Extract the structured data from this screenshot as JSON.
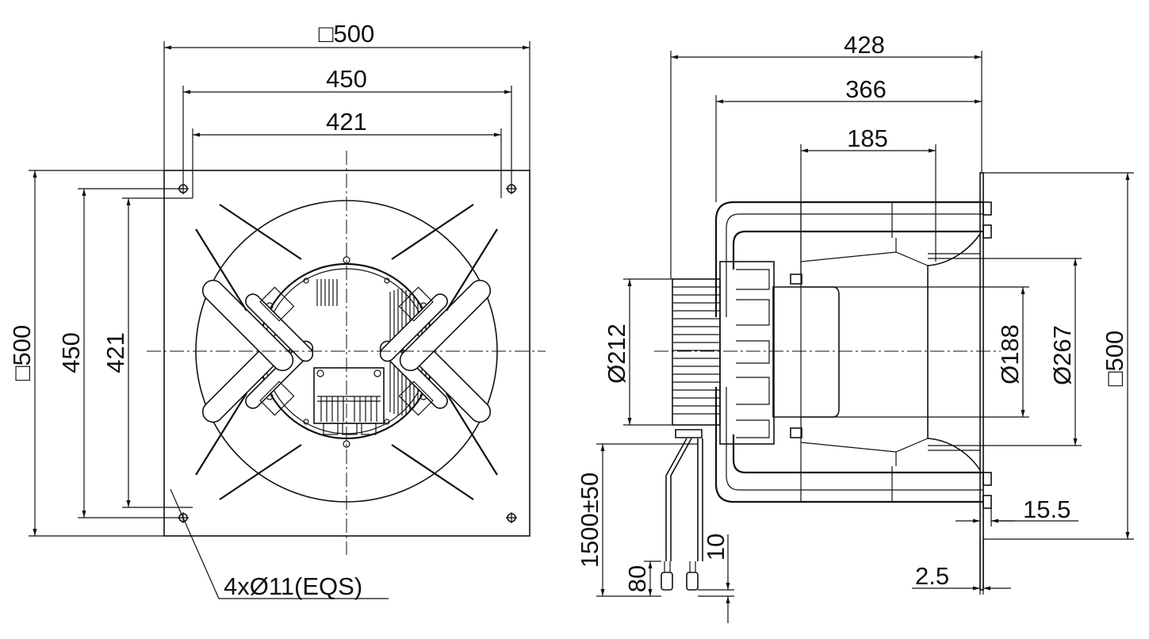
{
  "front_view": {
    "overall_square": "□500",
    "hole_spacing": "450",
    "inner_spacing": "421",
    "left_overall_square": "□500",
    "left_hole_spacing": "450",
    "left_inner_spacing": "421",
    "mounting_holes": "4xØ11(EQS)"
  },
  "side_view": {
    "overall_depth": "428",
    "depth_366": "366",
    "depth_185": "185",
    "dia_212": "Ø212",
    "dia_188": "Ø188",
    "dia_267": "Ø267",
    "right_square": "□500",
    "flange_15_5": "15.5",
    "plate_2_5": "2.5",
    "cable_length": "1500±50",
    "strip_80": "80",
    "strip_10": "10"
  }
}
